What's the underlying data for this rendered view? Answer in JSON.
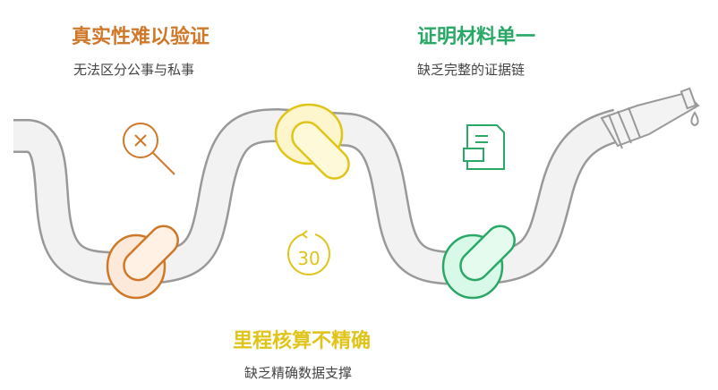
{
  "colors": {
    "orange": "#d0782a",
    "yellow": "#e1c419",
    "green": "#2aa866",
    "hose": "#9a9a9a"
  },
  "items": [
    {
      "title": "真实性难以验证",
      "subtitle": "无法区分公事与私事",
      "icon": "magnifier-x-icon"
    },
    {
      "title": "里程核算不精确",
      "subtitle": "缺乏精确数据支撑",
      "icon": "timer-30-icon",
      "icon_text": "30"
    },
    {
      "title": "证明材料单一",
      "subtitle": "缺乏完整的证据链",
      "icon": "document-icon"
    }
  ]
}
